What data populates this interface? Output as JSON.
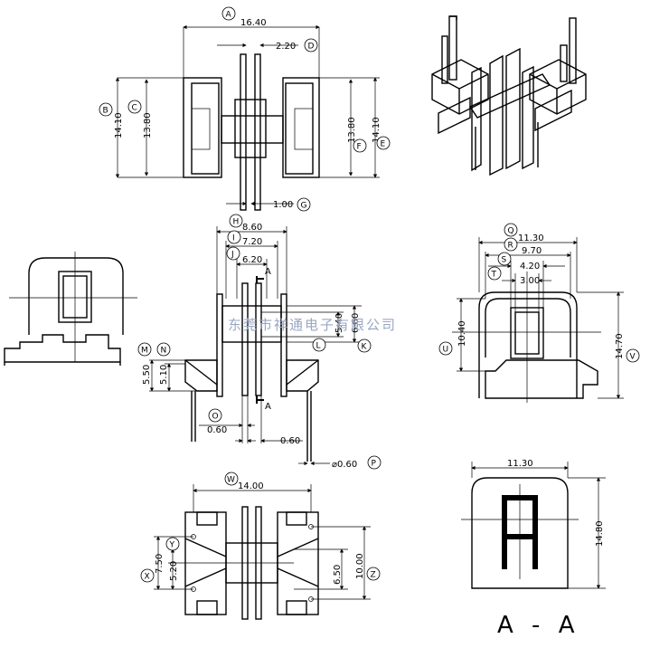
{
  "watermark": "东莞市祥通电子有限公司",
  "section_title": "A - A",
  "section_marker_top": "A",
  "section_marker_bottom": "A",
  "dimensions": {
    "A": "16.40",
    "B": "14.10",
    "C": "13.80",
    "D": "2.20",
    "E": "14.10",
    "F": "13.80",
    "G": "1.00",
    "H": "8.60",
    "I": "7.20",
    "J": "6.20",
    "K": "6.60",
    "L": "5.40",
    "M": "5.50",
    "N": "5.10",
    "O1": "0.60",
    "O2": "0.60",
    "P": "⌀0.60",
    "Q": "11.30",
    "R": "9.70",
    "S": "4.20",
    "T": "3.00",
    "U": "10.40",
    "V": "14.70",
    "W": "14.00",
    "X": "7.50",
    "Y": "5.20",
    "Z": "10.00",
    "Z2": "6.50",
    "AA_w": "11.30",
    "AA_h": "14.80"
  },
  "bubbles": [
    "A",
    "B",
    "C",
    "D",
    "E",
    "F",
    "G",
    "H",
    "I",
    "J",
    "K",
    "L",
    "M",
    "N",
    "O",
    "P",
    "Q",
    "R",
    "S",
    "T",
    "U",
    "V",
    "W",
    "X",
    "Y",
    "Z"
  ]
}
